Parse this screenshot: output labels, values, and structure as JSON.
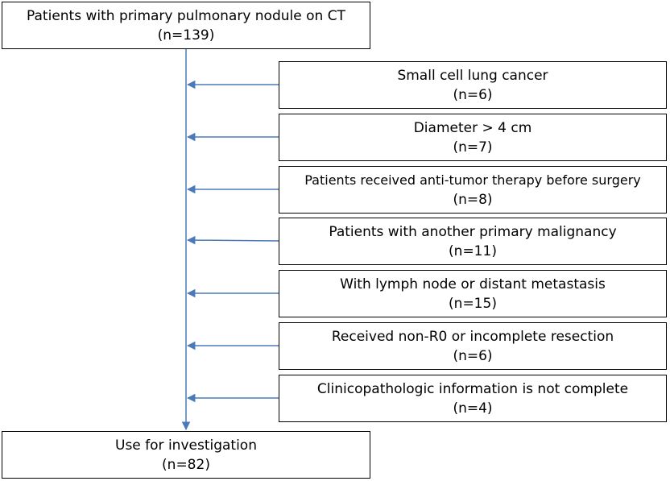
{
  "start": {
    "title": "Patients with primary pulmonary nodule on CT",
    "count": "(n=139)"
  },
  "exclusions": [
    {
      "label": "Small cell lung cancer",
      "count": "(n=6)"
    },
    {
      "label": "Diameter > 4 cm",
      "count": "(n=7)"
    },
    {
      "label": "Patients received anti-tumor therapy before surgery",
      "count": "(n=8)"
    },
    {
      "label": "Patients with another primary malignancy",
      "count": "(n=11)"
    },
    {
      "label": "With lymph node or distant metastasis",
      "count": "(n=15)"
    },
    {
      "label": "Received non-R0 or incomplete resection",
      "count": "(n=6)"
    },
    {
      "label": "Clinicopathologic information is not complete",
      "count": "(n=4)"
    }
  ],
  "end": {
    "title": "Use for investigation",
    "count": "(n=82)"
  },
  "colors": {
    "connector": "#4a7ab8",
    "box_border": "#000000"
  }
}
